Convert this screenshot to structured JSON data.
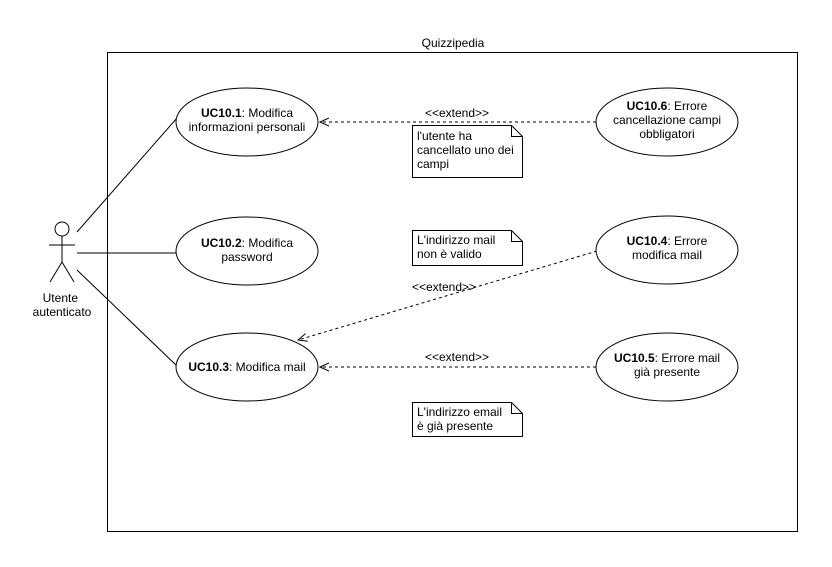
{
  "system": {
    "title": "Quizzipedia"
  },
  "actor": {
    "label_line1": "Utente",
    "label_line2": "autenticato"
  },
  "use_cases": {
    "uc101": {
      "id": "UC10.1",
      "text1": ": Modifica",
      "text2": "informazioni personali"
    },
    "uc102": {
      "id": "UC10.2",
      "text1": ": Modifica",
      "text2": "password"
    },
    "uc103": {
      "id": "UC10.3",
      "text1": ": Modifica mail"
    },
    "uc106": {
      "id": "UC10.6",
      "text1": ": Errore",
      "text2": "cancellazione campi",
      "text3": "obbligatori"
    },
    "uc104": {
      "id": "UC10.4",
      "text1": ": Errore",
      "text2": "modifica mail"
    },
    "uc105": {
      "id": "UC10.5",
      "text1": ": Errore mail",
      "text2": "già presente"
    }
  },
  "relations": {
    "extend_top": "<<extend>>",
    "extend_diag": "<<extend>>",
    "extend_bottom": "<<extend>>"
  },
  "notes": {
    "note1": {
      "line1": "l'utente ha",
      "line2": "cancellato uno dei",
      "line3": "campi"
    },
    "note2": {
      "line1": "L'indirizzo mail",
      "line2": "non è valido"
    },
    "note3": {
      "line1": "L'indirizzo email",
      "line2": "è già presente"
    }
  }
}
